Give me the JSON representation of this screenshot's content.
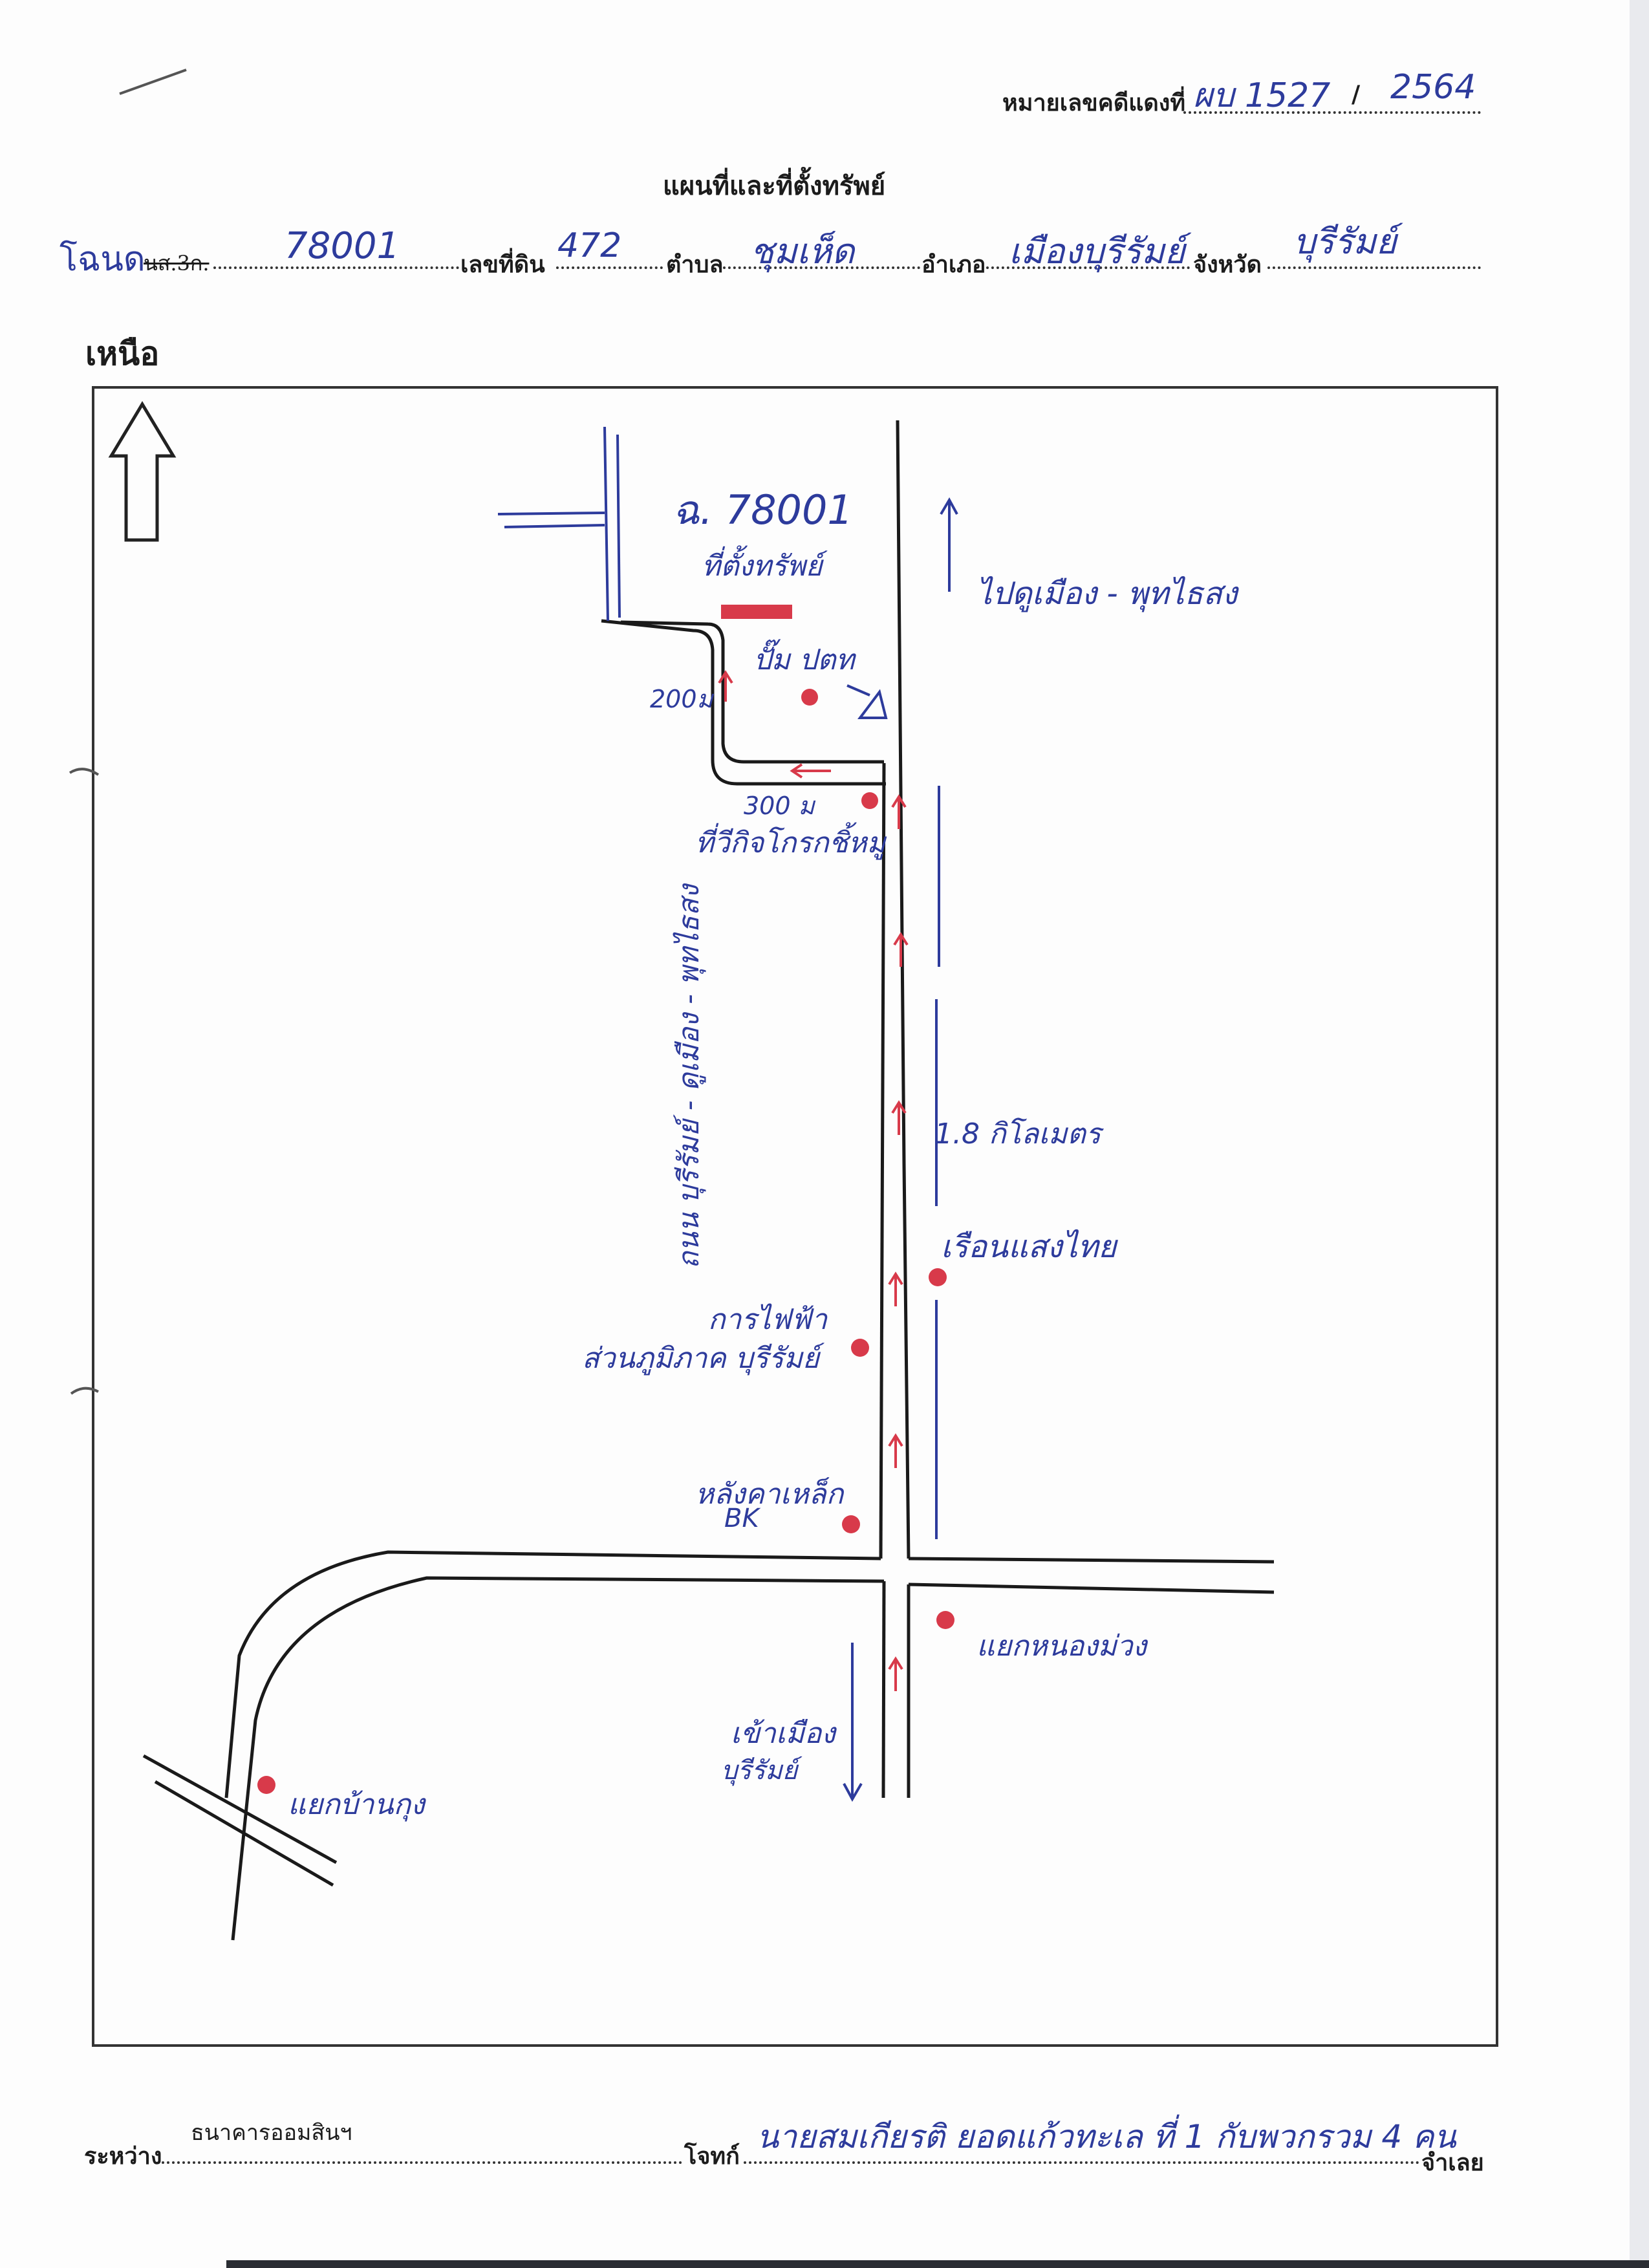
{
  "header": {
    "case_label": "หมายเลขคดีแดงที่",
    "case_number": "ผบ 1527",
    "case_year": "2564",
    "title": "แผนที่และที่ตั้งทรัพย์"
  },
  "deed": {
    "type_value": "โฉนด",
    "type_struck": "นส.3ก.",
    "deed_number": "78001",
    "land_label": "เลขที่ดิน",
    "land_number": "472",
    "subdistrict_label": "ตำบล",
    "subdistrict": "ชุมเห็ด",
    "district_label": "อำเภอ",
    "district": "เมืองบุรีรัมย์",
    "province_label": "จังหวัด",
    "province": "บุรีรัมย์"
  },
  "map": {
    "north_label": "เหนือ",
    "property_code": "ฉ. 78001",
    "property_label": "ที่ตั้งทรัพย์",
    "to_destination": "ไปดูเมือง - พุทไธสง",
    "pump": "ปั๊ม ปตท",
    "dist_200": "200ม",
    "dist_300": "300 ม",
    "landmark_business": "ที่วีกิจโกรกชิ้หมู",
    "road_name": "ถนน บุรีรัมย์ - ดูเมือง - พุทไธสง",
    "distance_km": "1.8 กิโลเมตร",
    "landmark_school": "เรือนแสงไทย",
    "landmark_elec_1": "การไฟฟ้า",
    "landmark_elec_2": "ส่วนภูมิภาค บุรีรัมย์",
    "landmark_steel_1": "หลังคาเหล็ก",
    "landmark_steel_2": "BK",
    "landmark_junction": "แยกหนองม่วง",
    "to_city_1": "เข้าเมือง",
    "to_city_2": "บุรีรัมย์",
    "landmark_bankok": "แยกบ้านกุง"
  },
  "footer": {
    "between_label": "ระหว่าง",
    "plaintiff": "ธนาคารออมสินฯ",
    "plaintiff_label": "โจทก์",
    "defendant": "นายสมเกียรติ ยอดแก้วทะเล ที่ 1 กับพวกรวม 4 คน",
    "defendant_label": "จำเลย"
  },
  "colors": {
    "ink_blue": "#2d3b9c",
    "marker_red": "#d83a4a",
    "road_line": "#1a1a1a"
  }
}
